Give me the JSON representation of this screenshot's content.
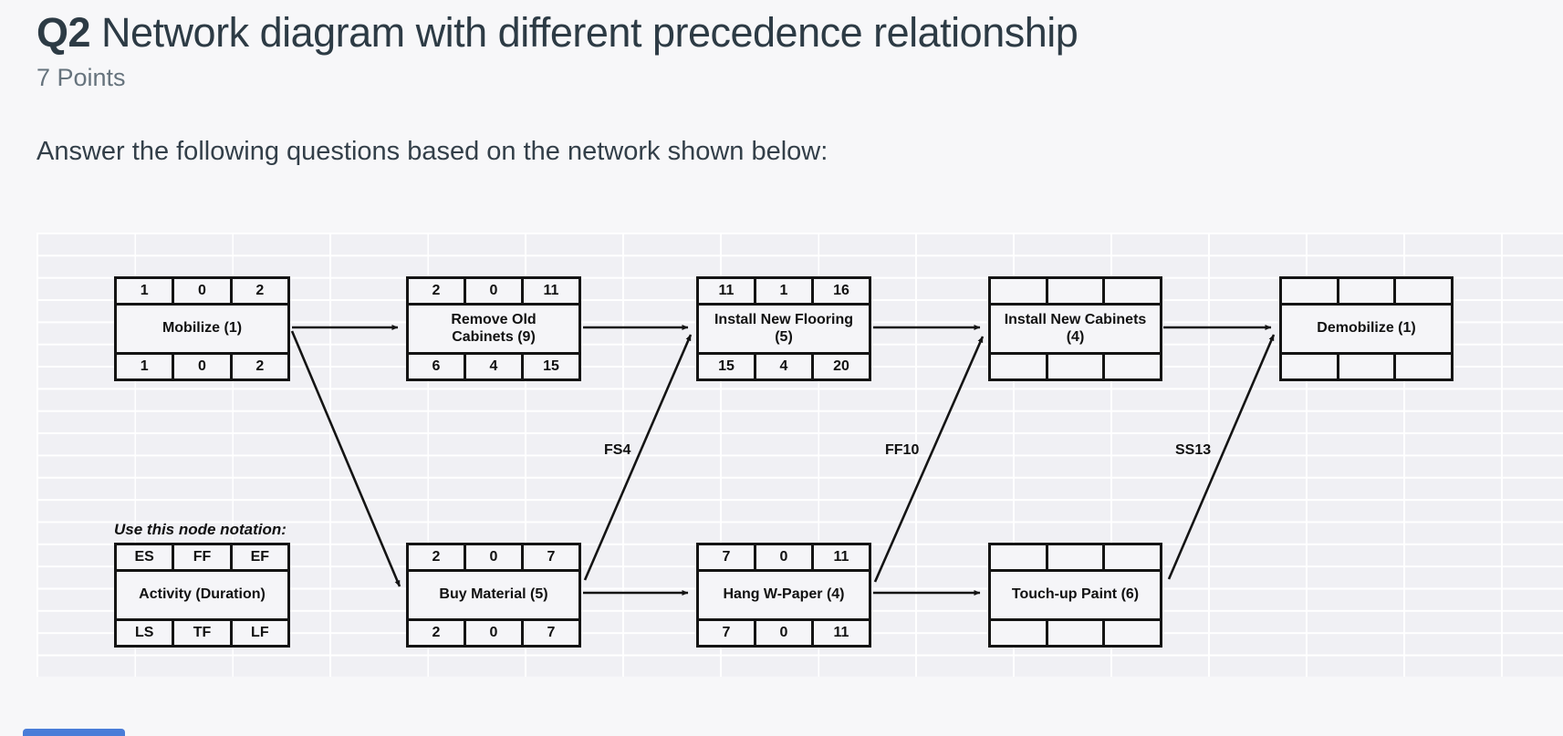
{
  "page": {
    "question_number": "Q2",
    "question_title": " Network diagram with different precedence relationship",
    "points": "7 Points",
    "prompt": "Answer the following questions based on the network shown below:"
  },
  "notation": {
    "caption": "Use this node notation:",
    "es": "ES",
    "ff": "FF",
    "ef": "EF",
    "label1": "Activity (Duration)",
    "label2": "",
    "ls": "LS",
    "tf": "TF",
    "lf": "LF"
  },
  "nodes": {
    "mobilize": {
      "es": "1",
      "ff": "0",
      "ef": "2",
      "label1": "Mobilize (1)",
      "label2": "",
      "ls": "1",
      "tf": "0",
      "lf": "2"
    },
    "remove_old_cabinets": {
      "es": "2",
      "ff": "0",
      "ef": "11",
      "label1": "Remove Old",
      "label2": "Cabinets (9)",
      "ls": "6",
      "tf": "4",
      "lf": "15"
    },
    "install_new_flooring": {
      "es": "11",
      "ff": "1",
      "ef": "16",
      "label1": "Install New Flooring",
      "label2": "(5)",
      "ls": "15",
      "tf": "4",
      "lf": "20"
    },
    "install_new_cabinets": {
      "es": "",
      "ff": "",
      "ef": "",
      "label1": "Install New Cabinets",
      "label2": "(4)",
      "ls": "",
      "tf": "",
      "lf": ""
    },
    "demobilize": {
      "es": "",
      "ff": "",
      "ef": "",
      "label1": "Demobilize (1)",
      "label2": "",
      "ls": "",
      "tf": "",
      "lf": ""
    },
    "buy_material": {
      "es": "2",
      "ff": "0",
      "ef": "7",
      "label1": "Buy Material (5)",
      "label2": "",
      "ls": "2",
      "tf": "0",
      "lf": "7"
    },
    "hang_w_paper": {
      "es": "7",
      "ff": "0",
      "ef": "11",
      "label1": "Hang W-Paper (4)",
      "label2": "",
      "ls": "7",
      "tf": "0",
      "lf": "11"
    },
    "touch_up_paint": {
      "es": "",
      "ff": "",
      "ef": "",
      "label1": "Touch-up Paint (6)",
      "label2": "",
      "ls": "",
      "tf": "",
      "lf": ""
    }
  },
  "edge_labels": {
    "fs4": "FS4",
    "ff10": "FF10",
    "ss13": "SS13"
  },
  "connections": [
    "Mobilize -> Remove Old Cabinets",
    "Mobilize -> Buy Material",
    "Remove Old Cabinets -> Install New Flooring",
    "Buy Material -> Install New Flooring (FS4)",
    "Buy Material -> Hang W-Paper",
    "Install New Flooring -> Install New Cabinets",
    "Hang W-Paper -> Install New Cabinets (FF10)",
    "Hang W-Paper -> Touch-up Paint",
    "Install New Cabinets -> Demobilize",
    "Touch-up Paint -> Demobilize (SS13)"
  ],
  "colors": {
    "heading": "#2d3b45",
    "points_text": "#66737d",
    "grid_background": "#f0f0f4",
    "node_line": "#141414",
    "accent_blue": "#4a7dd8"
  }
}
